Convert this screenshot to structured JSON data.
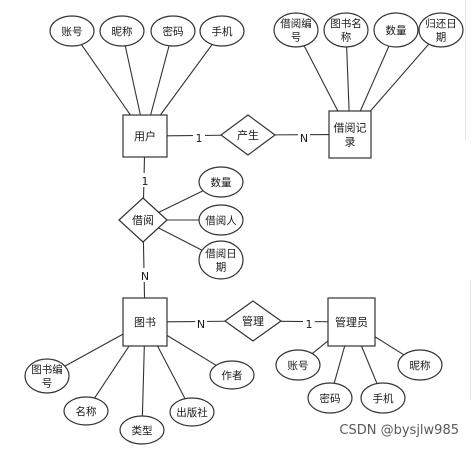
{
  "entities": [
    {
      "id": "user",
      "label": [
        "用户"
      ]
    },
    {
      "id": "borrow_record",
      "label": [
        "借阅记",
        "录"
      ]
    },
    {
      "id": "book",
      "label": [
        "图书"
      ]
    },
    {
      "id": "admin",
      "label": [
        "管理员"
      ]
    }
  ],
  "relationships": [
    {
      "id": "produce",
      "label": [
        "产生"
      ]
    },
    {
      "id": "borrow",
      "label": [
        "借阅"
      ]
    },
    {
      "id": "manage",
      "label": [
        "管理"
      ]
    }
  ],
  "attributes": [
    {
      "id": "user_account",
      "label": [
        "账号"
      ]
    },
    {
      "id": "user_nickname",
      "label": [
        "昵称"
      ]
    },
    {
      "id": "user_password",
      "label": [
        "密码"
      ]
    },
    {
      "id": "user_phone",
      "label": [
        "手机"
      ]
    },
    {
      "id": "rec_id",
      "label": [
        "借阅编",
        "号"
      ]
    },
    {
      "id": "rec_bookname",
      "label": [
        "图书名",
        "称"
      ]
    },
    {
      "id": "rec_qty",
      "label": [
        "数量"
      ]
    },
    {
      "id": "rec_return",
      "label": [
        "归还日",
        "期"
      ]
    },
    {
      "id": "br_qty",
      "label": [
        "数量"
      ]
    },
    {
      "id": "br_person",
      "label": [
        "借阅人"
      ]
    },
    {
      "id": "br_date",
      "label": [
        "借阅日",
        "期"
      ]
    },
    {
      "id": "book_id",
      "label": [
        "图书编",
        "号"
      ]
    },
    {
      "id": "book_name",
      "label": [
        "名称"
      ]
    },
    {
      "id": "book_type",
      "label": [
        "类型"
      ]
    },
    {
      "id": "book_publisher",
      "label": [
        "出版社"
      ]
    },
    {
      "id": "book_author",
      "label": [
        "作者"
      ]
    },
    {
      "id": "admin_account",
      "label": [
        "账号"
      ]
    },
    {
      "id": "admin_password",
      "label": [
        "密码"
      ]
    },
    {
      "id": "admin_phone",
      "label": [
        "手机"
      ]
    },
    {
      "id": "admin_nickname",
      "label": [
        "昵称"
      ]
    }
  ],
  "connections": [
    {
      "from": "user",
      "to": "produce",
      "card": "1"
    },
    {
      "from": "produce",
      "to": "borrow_record",
      "card": "N"
    },
    {
      "from": "user",
      "to": "borrow",
      "card": "1"
    },
    {
      "from": "borrow",
      "to": "book",
      "card": "N"
    },
    {
      "from": "book",
      "to": "manage",
      "card": "N"
    },
    {
      "from": "manage",
      "to": "admin",
      "card": "1"
    },
    {
      "from": "user",
      "to": "user_account"
    },
    {
      "from": "user",
      "to": "user_nickname"
    },
    {
      "from": "user",
      "to": "user_password"
    },
    {
      "from": "user",
      "to": "user_phone"
    },
    {
      "from": "borrow_record",
      "to": "rec_id"
    },
    {
      "from": "borrow_record",
      "to": "rec_bookname"
    },
    {
      "from": "borrow_record",
      "to": "rec_qty"
    },
    {
      "from": "borrow_record",
      "to": "rec_return"
    },
    {
      "from": "borrow",
      "to": "br_qty"
    },
    {
      "from": "borrow",
      "to": "br_person"
    },
    {
      "from": "borrow",
      "to": "br_date"
    },
    {
      "from": "book",
      "to": "book_id"
    },
    {
      "from": "book",
      "to": "book_name"
    },
    {
      "from": "book",
      "to": "book_type"
    },
    {
      "from": "book",
      "to": "book_publisher"
    },
    {
      "from": "book",
      "to": "book_author"
    },
    {
      "from": "admin",
      "to": "admin_account"
    },
    {
      "from": "admin",
      "to": "admin_password"
    },
    {
      "from": "admin",
      "to": "admin_phone"
    },
    {
      "from": "admin",
      "to": "admin_nickname"
    }
  ],
  "watermark": "CSDN @bysjlw985"
}
